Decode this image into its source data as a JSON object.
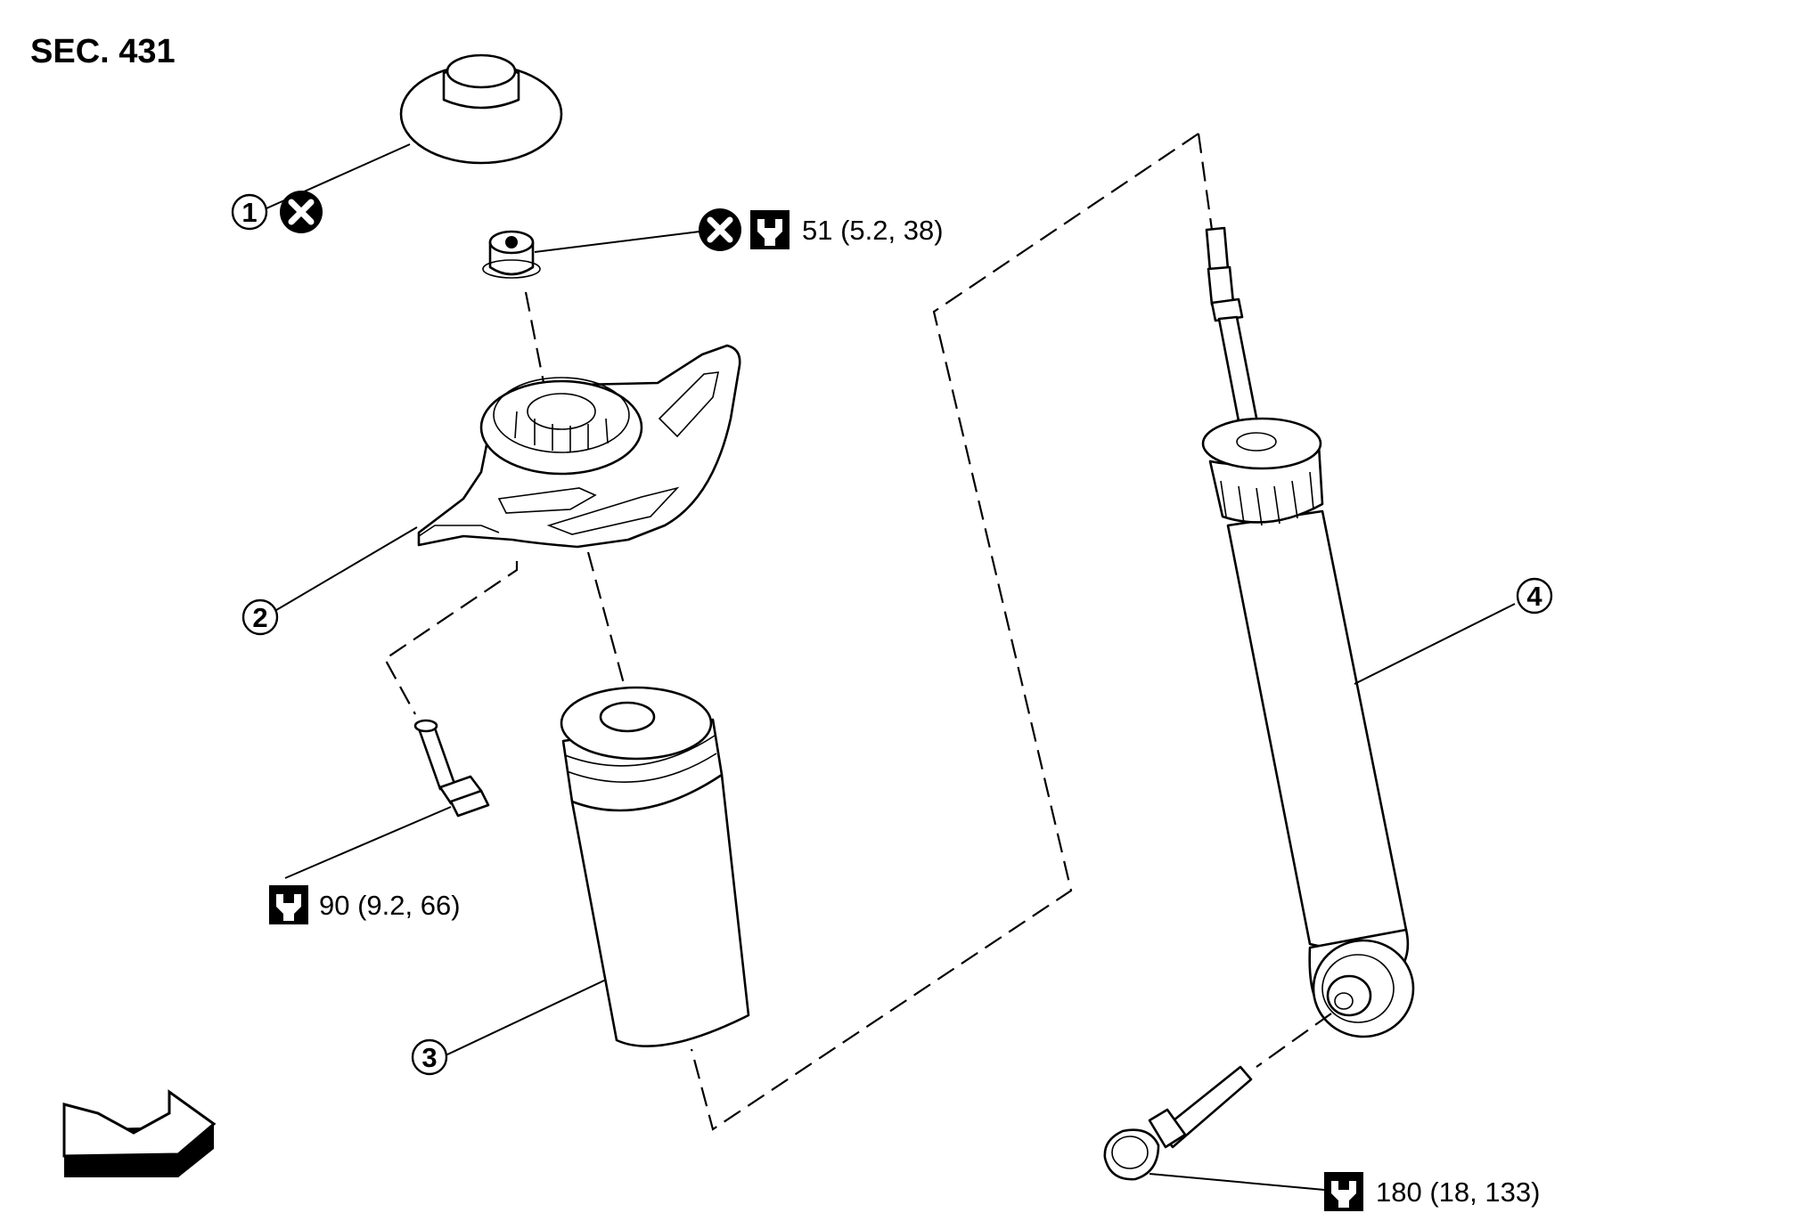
{
  "section": "SEC. 431",
  "callouts": [
    {
      "id": "1",
      "label": "1"
    },
    {
      "id": "2",
      "label": "2"
    },
    {
      "id": "3",
      "label": "3"
    },
    {
      "id": "4",
      "label": "4"
    }
  ],
  "torques": {
    "nut": "51 (5.2, 38)",
    "upper_bolt": "90 (9.2, 66)",
    "lower_bolt": "180 (18, 133)"
  },
  "icons": [
    "do-not-reuse-icon",
    "torque-wrench-icon",
    "front-direction-arrow-icon"
  ]
}
